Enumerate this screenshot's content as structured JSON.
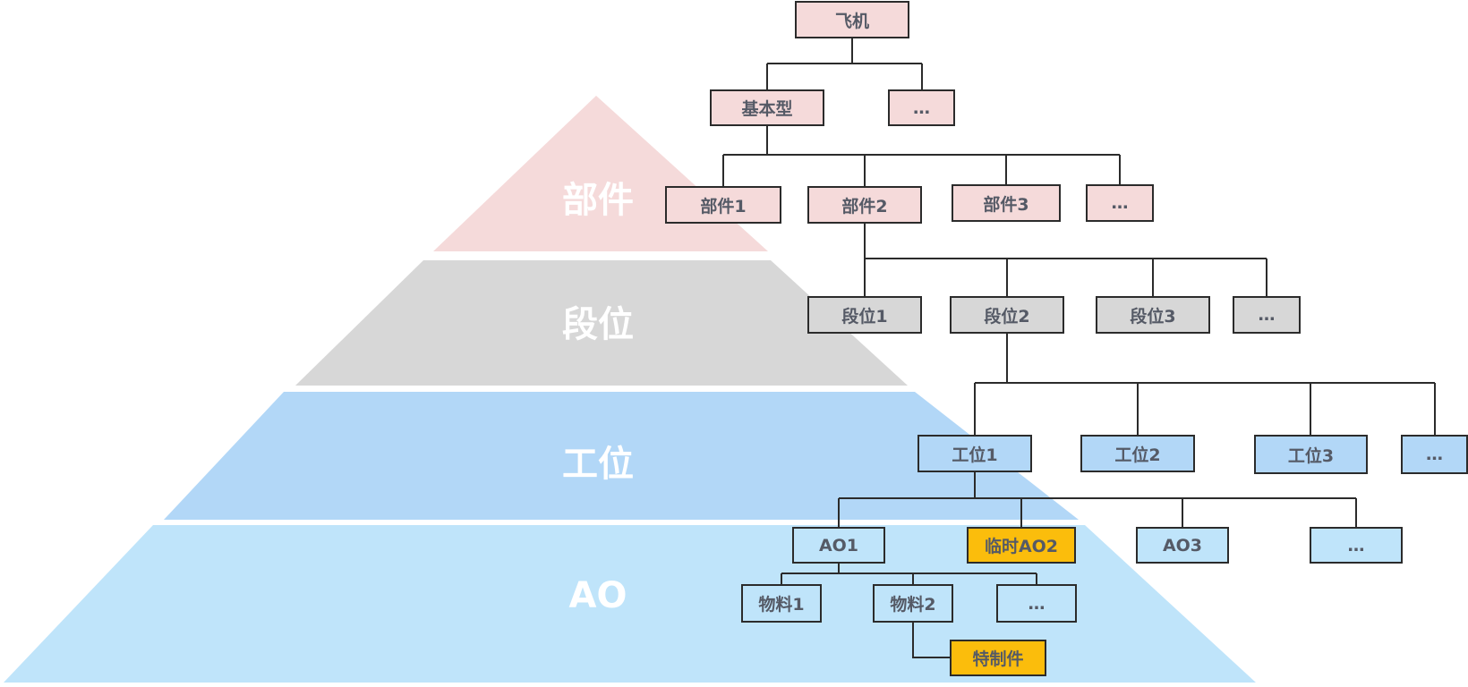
{
  "levels": {
    "part": "部件",
    "segment": "段位",
    "station": "工位",
    "ao": "AO"
  },
  "colors": {
    "part": "#f5dada",
    "segment": "#d7d7d7",
    "station": "#b2d7f7",
    "ao": "#bfe4fa",
    "special": "#fbbd0c",
    "line": "#2b2b2b"
  },
  "tree": {
    "root": "飞机",
    "model": {
      "basic": "基本型",
      "more": "…"
    },
    "parts": [
      "部件1",
      "部件2",
      "部件3",
      "…"
    ],
    "segments": [
      "段位1",
      "段位2",
      "段位3",
      "…"
    ],
    "stations": [
      "工位1",
      "工位2",
      "工位3",
      "…"
    ],
    "aos": [
      "AO1",
      "临时AO2",
      "AO3",
      "…"
    ],
    "materials": [
      "物料1",
      "物料2",
      "…"
    ],
    "special_part": "特制件"
  }
}
